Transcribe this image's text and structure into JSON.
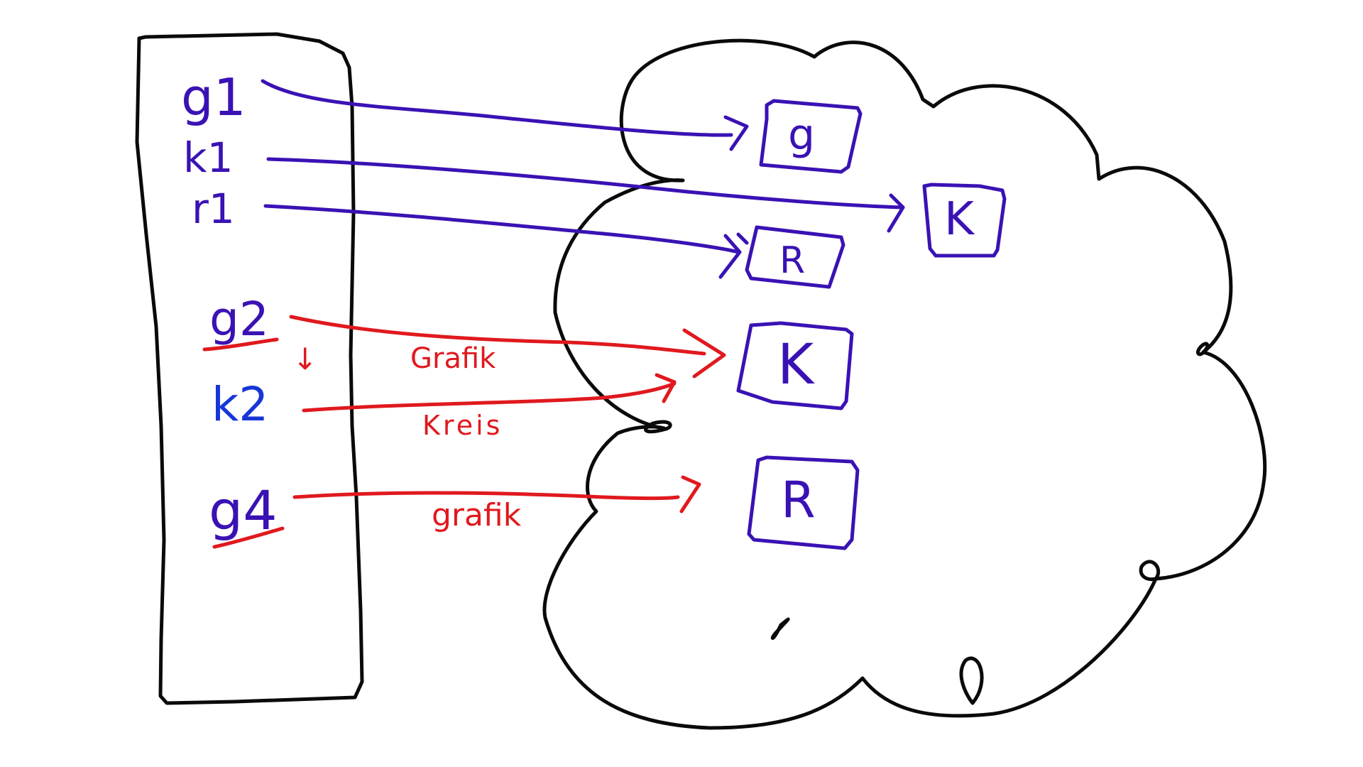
{
  "colors": {
    "black": "#0a0a0a",
    "purple": "#3a12b4",
    "blue": "#1736d8",
    "red": "#e0191e"
  },
  "variables": {
    "g1": "g1",
    "k1": "k1",
    "r1": "r1",
    "g2": "g2",
    "down_mark": "↓",
    "k2": "k2",
    "g4": "g4"
  },
  "objects": {
    "obj_g": "g",
    "obj_k_small": "K",
    "obj_r_small": "R",
    "obj_k_large": "K",
    "obj_r_large": "R"
  },
  "edge_labels": {
    "grafik_1": "Grafik",
    "kreis": "Kreis",
    "grafik_2": "grafik"
  }
}
